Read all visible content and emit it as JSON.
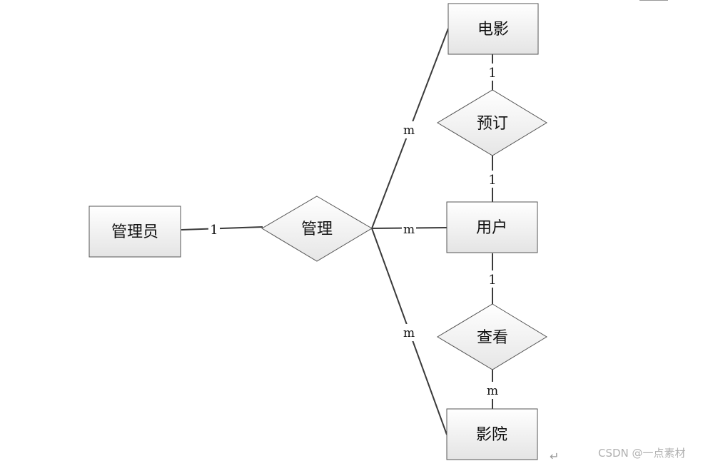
{
  "entities": {
    "admin": "管理员",
    "movie": "电影",
    "user": "用户",
    "cinema": "影院"
  },
  "relationships": {
    "manage": "管理",
    "book": "预订",
    "view": "查看"
  },
  "cardinalities": {
    "admin_manage": "1",
    "manage_movie": "m",
    "manage_user": "m",
    "manage_cinema": "m",
    "movie_book": "1",
    "book_user": "1",
    "user_view": "1",
    "view_cinema": "m"
  },
  "watermark": "CSDN @一点素材",
  "return_symbol": "↵"
}
